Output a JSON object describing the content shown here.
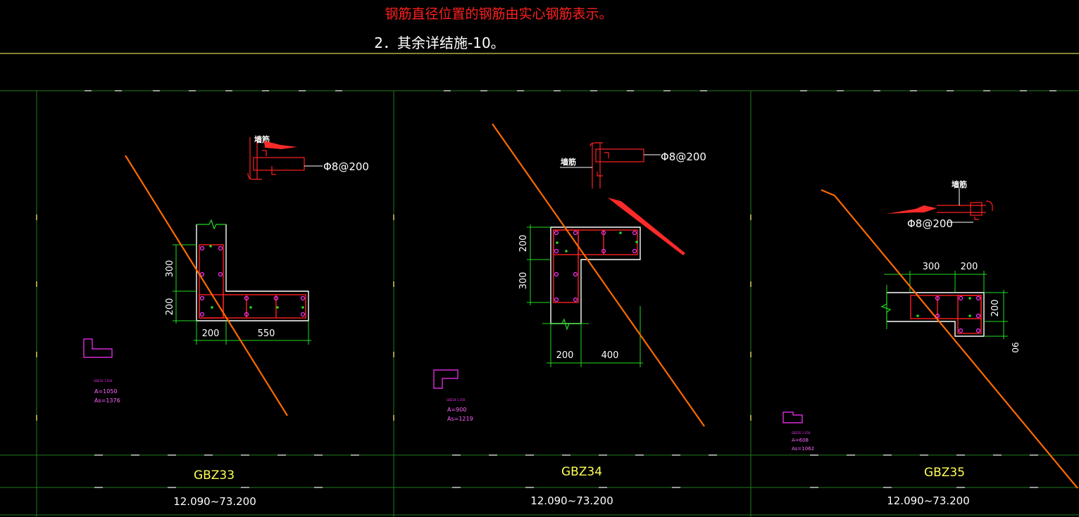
{
  "header": {
    "note_red": "钢筋直径位置的钢筋由实心钢筋表示。",
    "note_white": "2．其余详结施-10。"
  },
  "colors": {
    "background": "#000000",
    "grid_green": "#1f7a1f",
    "dim_green": "#22dd22",
    "outline_white": "#ffffff",
    "rebar_red": "#ff2020",
    "stirrup_magenta": "#ff33ff",
    "orange_line": "#ff6a00",
    "arrow_red": "#ff2a2a",
    "label_yellow": "#ffff55",
    "text_white": "#ffffff"
  },
  "panels": [
    {
      "id": "GBZ33",
      "name": "GBZ33",
      "elevation": "12.090~73.200",
      "dims": {
        "v_top": "300",
        "v_bot": "200",
        "h_left": "200",
        "h_right": "550"
      },
      "detail": {
        "label": "墙筋",
        "rebar": "Φ8@200"
      },
      "area": {
        "a": "A=1050",
        "as": "As=1376",
        "tag": "GBZ33 1.250"
      }
    },
    {
      "id": "GBZ34",
      "name": "GBZ34",
      "elevation": "12.090~73.200",
      "dims": {
        "v_top": "200",
        "v_bot": "300",
        "h_left": "200",
        "h_right": "400"
      },
      "detail": {
        "label": "墙筋",
        "rebar": "Φ8@200"
      },
      "area": {
        "a": "A=900",
        "as": "As=1219",
        "tag": "GBZ34 1.250"
      }
    },
    {
      "id": "GBZ35",
      "name": "GBZ35",
      "elevation": "12.090~73.200",
      "dims": {
        "h_left": "300",
        "h_right": "200",
        "v_right": "200",
        "v_small": "90"
      },
      "detail": {
        "label": "墙筋",
        "rebar": "Φ8@200"
      },
      "area": {
        "a": "A=608",
        "as": "As=1062",
        "tag": "GBZ35 1.250"
      }
    }
  ]
}
